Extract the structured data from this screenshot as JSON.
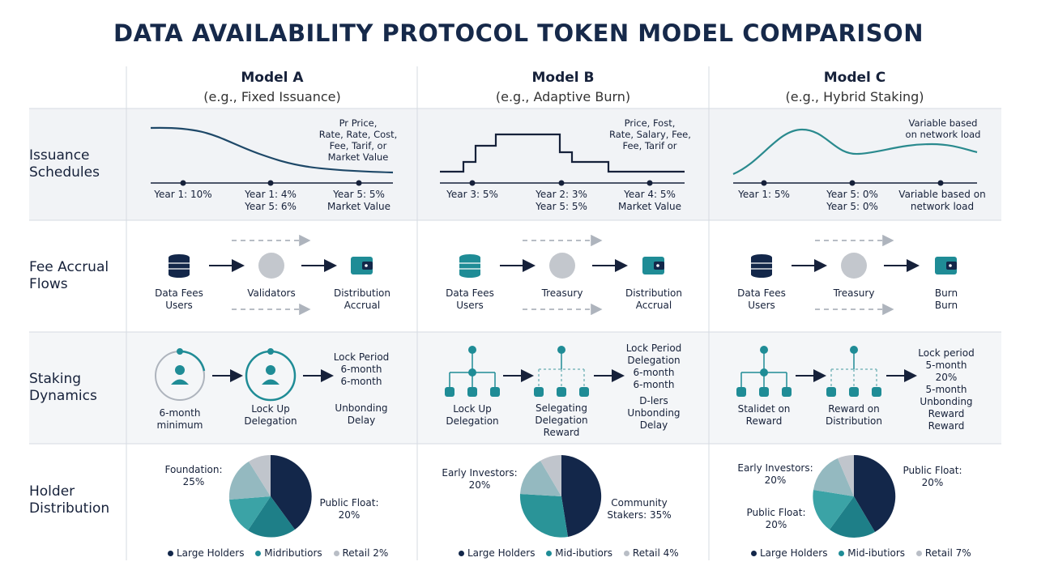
{
  "title": "DATA AVAILABILITY PROTOCOL TOKEN MODEL COMPARISON",
  "rows": [
    "Issuance Schedules",
    "Fee Accrual Flows",
    "Staking Dynamics",
    "Holder Distribution"
  ],
  "models": [
    {
      "name": "Model A",
      "subtitle": "(e.g., Fixed Issuance)",
      "issuance": {
        "note": [
          "Pr Price,",
          "Rate, Rate, Cost,",
          "Fee, Tarif, or",
          "Market Value"
        ],
        "ticks": [
          [
            "Year 1: 10%"
          ],
          [
            "Year 1: 4%",
            "Year 5: 6%"
          ],
          [
            "Year 5: 5%",
            "Market Value"
          ]
        ]
      },
      "fees": {
        "labels": [
          [
            "Data Fees",
            "Users"
          ],
          [
            "Validators"
          ],
          [
            "Distribution",
            "Accrual"
          ]
        ]
      },
      "staking": {
        "labels": [
          [
            "6-month",
            "minimum"
          ],
          [
            "Lock Up",
            "Delegation"
          ]
        ],
        "right": [
          "Lock Period",
          "6-month",
          "6-month"
        ],
        "right2": [
          "Unbonding",
          "Delay"
        ]
      },
      "holders": {
        "left": [
          "Foundation:",
          "25%"
        ],
        "right": [
          "Public Float:",
          "20%"
        ],
        "legend": [
          "Large Holders",
          "Midributiors",
          "Retail 2%"
        ]
      }
    },
    {
      "name": "Model B",
      "subtitle": "(e.g., Adaptive Burn)",
      "issuance": {
        "note": [
          "Price, Fost,",
          "Rate, Salary, Fee,",
          "Fee, Tarif or"
        ],
        "ticks": [
          [
            "Year 3: 5%"
          ],
          [
            "Year 2: 3%",
            "Year 5: 5%"
          ],
          [
            "Year 4: 5%",
            "Market Value"
          ]
        ]
      },
      "fees": {
        "labels": [
          [
            "Data Fees",
            "Users"
          ],
          [
            "Treasury"
          ],
          [
            "Distribution",
            "Accrual"
          ]
        ]
      },
      "staking": {
        "labels": [
          [
            "Lock Up",
            "Delegation"
          ],
          [
            "Selegating",
            "Delegation",
            "Reward"
          ]
        ],
        "right": [
          "Lock Period",
          "Delegation",
          "6-month",
          "6-month"
        ],
        "right2": [
          "D-lers",
          "Unbonding",
          "Delay"
        ]
      },
      "holders": {
        "left": [
          "Early Investors:",
          "20%"
        ],
        "right": [
          "Community",
          "Stakers: 35%"
        ],
        "legend": [
          "Large Holders",
          "Mid-ibutiors",
          "Retail 4%"
        ]
      }
    },
    {
      "name": "Model C",
      "subtitle": "(e.g., Hybrid Staking)",
      "issuance": {
        "note": [
          "Variable based",
          "on network load"
        ],
        "ticks": [
          [
            "Year 1: 5%"
          ],
          [
            "Year 5: 0%",
            "Year 5: 0%"
          ],
          [
            "Variable based on",
            "network load"
          ]
        ]
      },
      "fees": {
        "labels": [
          [
            "Data Fees",
            "Users"
          ],
          [
            "Treasury"
          ],
          [
            "Burn",
            "Burn"
          ]
        ]
      },
      "staking": {
        "labels": [
          [
            "Stalidet on",
            "Reward"
          ],
          [
            "Reward on",
            "Distribution"
          ]
        ],
        "right": [
          "Lock period",
          "5-month",
          "20%",
          "5-month",
          "Unbonding",
          "Reward",
          "Reward"
        ],
        "right2": []
      },
      "holders": {
        "left": [
          "Early Investors:",
          "20%"
        ],
        "left2": [
          "Public Float:",
          "20%"
        ],
        "right": [
          "Public Float:",
          "20%"
        ],
        "legend": [
          "Large Holders",
          "Mid-ibutiors",
          "Retail 7%"
        ]
      }
    }
  ],
  "colors": {
    "navy": "#13274a",
    "teal": "#1f8c96",
    "tealLight": "#5fb3b3",
    "gray": "#b9bec6",
    "bandBg": "#f1f3f6"
  }
}
